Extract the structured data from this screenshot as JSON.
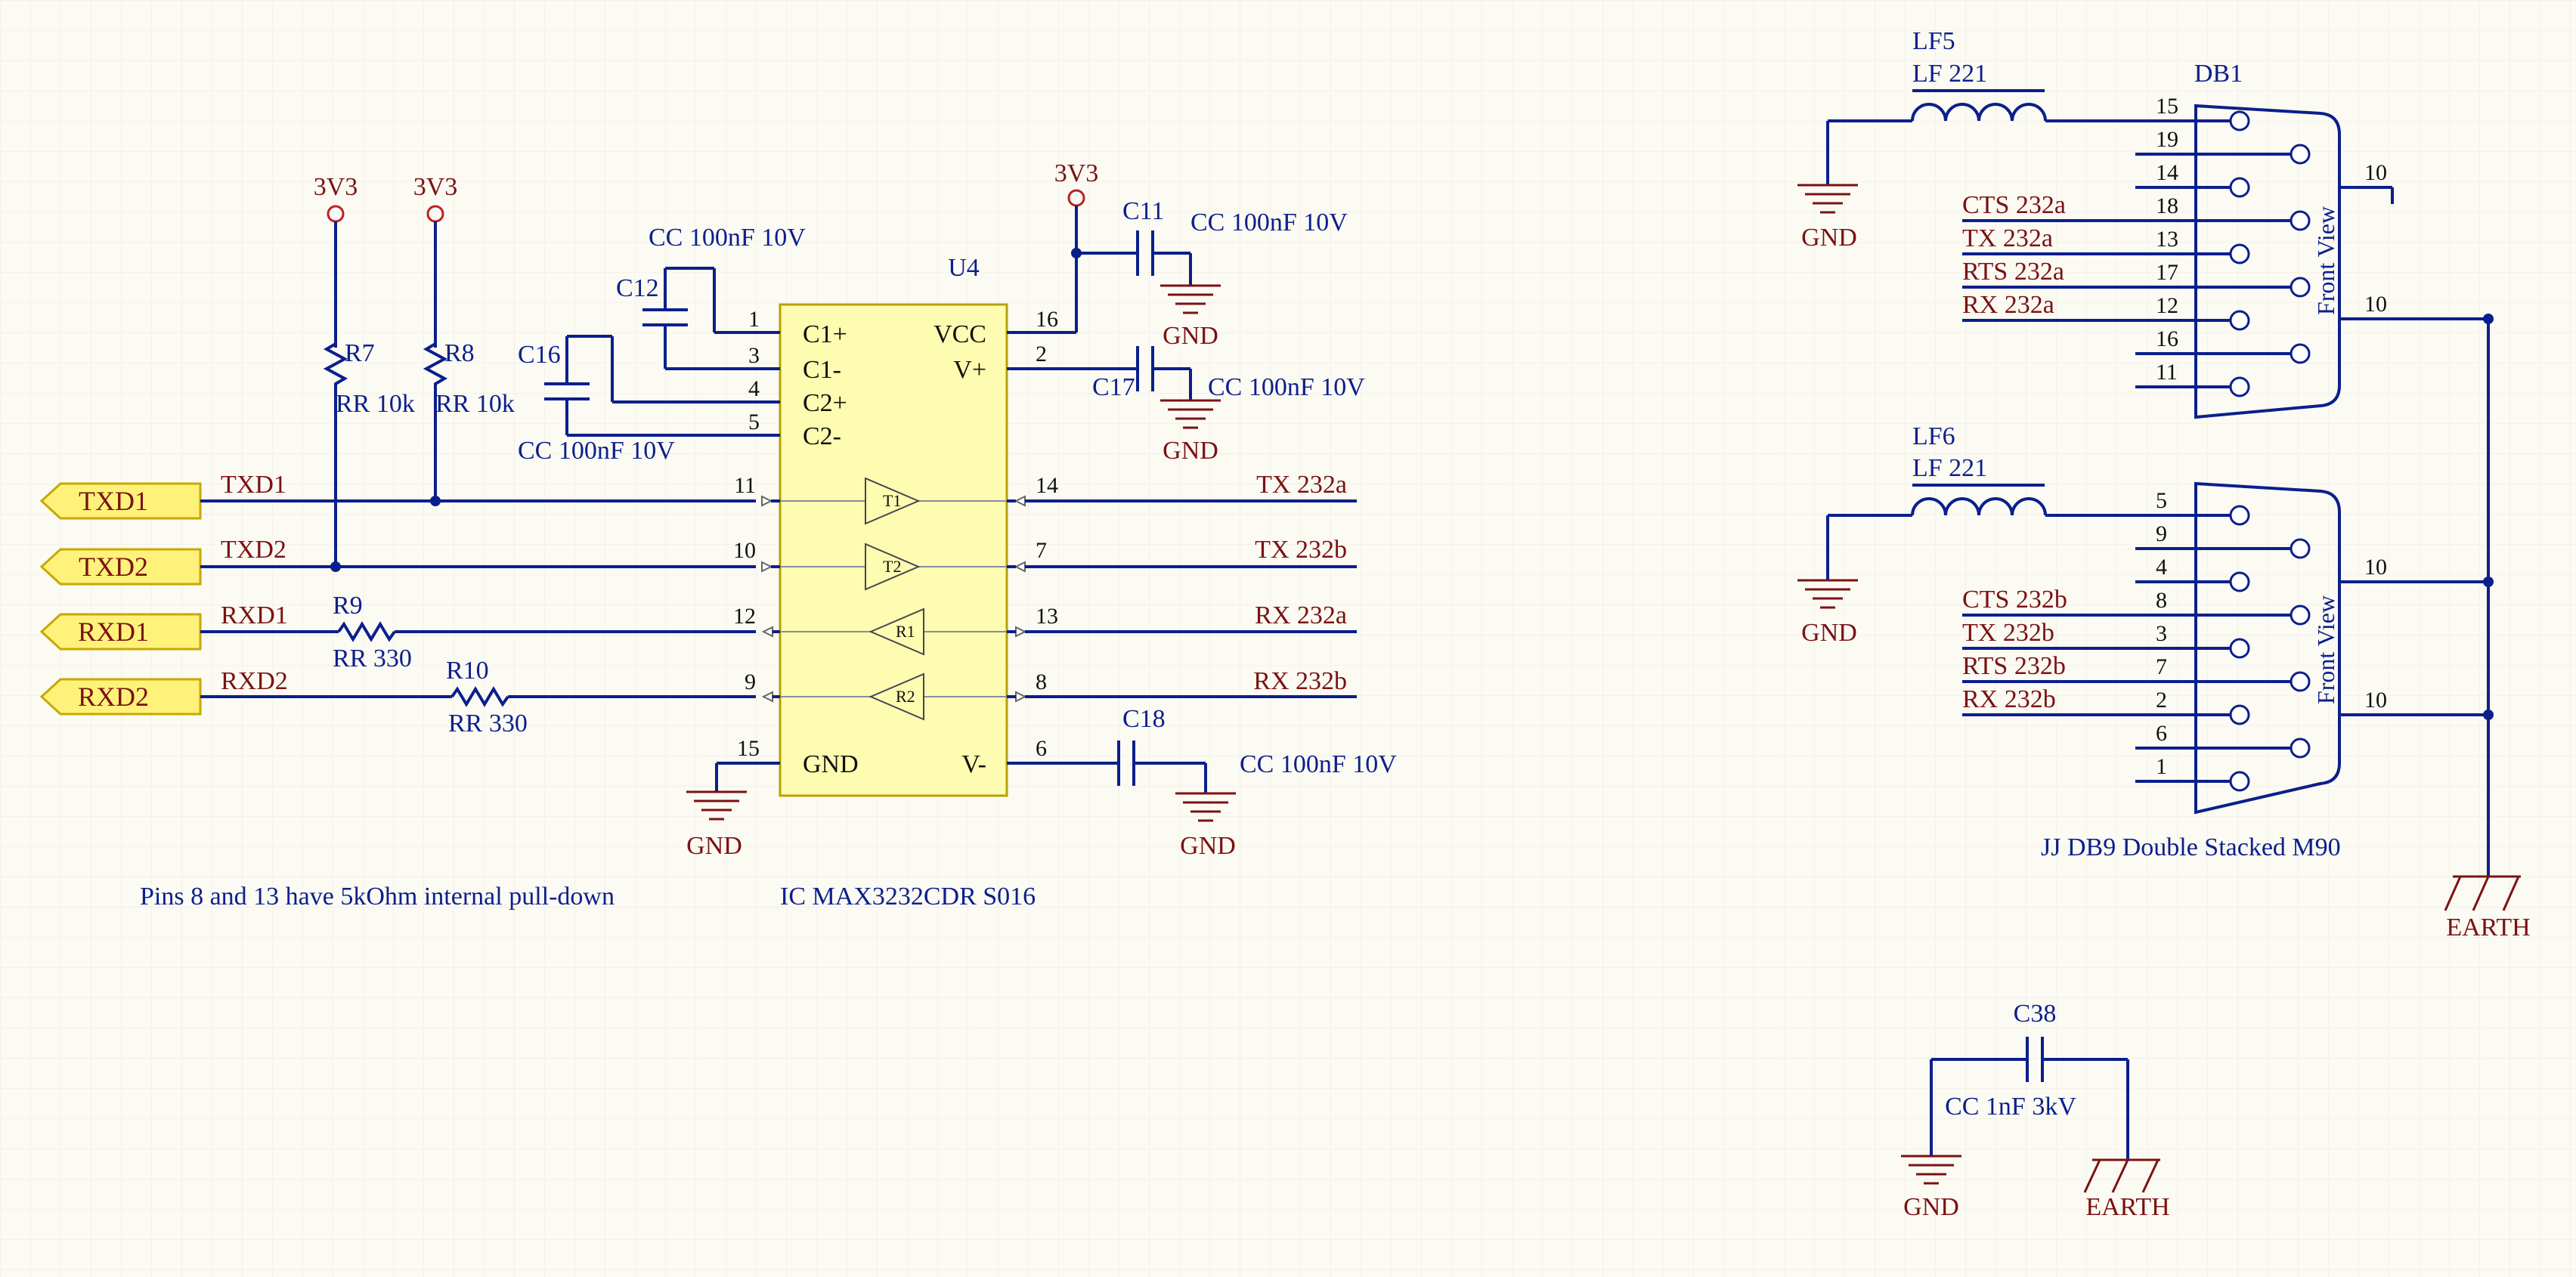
{
  "power": {
    "v3v3_a": "3V3",
    "v3v3_b": "3V3",
    "v3v3_c": "3V3",
    "gnd": "GND",
    "earth": "EARTH"
  },
  "ports": [
    {
      "label": "TXD1"
    },
    {
      "label": "TXD2"
    },
    {
      "label": "RXD1"
    },
    {
      "label": "RXD2"
    }
  ],
  "nets": {
    "txd1": "TXD1",
    "txd2": "TXD2",
    "rxd1": "RXD1",
    "rxd2": "RXD2",
    "tx232a": "TX 232a",
    "tx232b": "TX 232b",
    "rx232a": "RX 232a",
    "rx232b": "RX 232b",
    "cts232a": "CTS 232a",
    "tx232a_db": "TX 232a",
    "rts232a": "RTS 232a",
    "rx232a_db": "RX 232a",
    "cts232b": "CTS 232b",
    "tx232b_db": "TX 232b",
    "rts232b": "RTS 232b",
    "rx232b_db": "RX 232b"
  },
  "resistors": {
    "r7": {
      "ref": "R7",
      "value": "RR 10k"
    },
    "r8": {
      "ref": "R8",
      "value": "RR 10k"
    },
    "r9": {
      "ref": "R9",
      "value": "RR 330"
    },
    "r10": {
      "ref": "R10",
      "value": "RR 330"
    }
  },
  "capacitors": {
    "c11": {
      "ref": "C11",
      "value": "CC 100nF 10V"
    },
    "c12": {
      "ref": "C12",
      "value": "CC 100nF 10V"
    },
    "c16": {
      "ref": "C16",
      "value": "CC 100nF 10V"
    },
    "c17": {
      "ref": "C17",
      "value": "CC 100nF 10V"
    },
    "c18": {
      "ref": "C18",
      "value": "CC 100nF 10V"
    },
    "c38": {
      "ref": "C38",
      "value": "CC 1nF 3kV"
    }
  },
  "u4": {
    "ref": "U4",
    "part": "IC MAX3232CDR S016",
    "pins_left": [
      {
        "num": "1",
        "name": "C1+"
      },
      {
        "num": "3",
        "name": "C1-"
      },
      {
        "num": "4",
        "name": "C2+"
      },
      {
        "num": "5",
        "name": "C2-"
      },
      {
        "num": "11",
        "name": ""
      },
      {
        "num": "10",
        "name": ""
      },
      {
        "num": "12",
        "name": ""
      },
      {
        "num": "9",
        "name": ""
      },
      {
        "num": "15",
        "name": "GND"
      }
    ],
    "pins_right": [
      {
        "num": "16",
        "name": "VCC"
      },
      {
        "num": "2",
        "name": "V+"
      },
      {
        "num": "14",
        "name": ""
      },
      {
        "num": "7",
        "name": ""
      },
      {
        "num": "13",
        "name": ""
      },
      {
        "num": "8",
        "name": ""
      },
      {
        "num": "6",
        "name": "V-"
      }
    ],
    "buffers": [
      "T1",
      "T2",
      "R1",
      "R2"
    ]
  },
  "inductors": {
    "lf5": {
      "ref": "LF5",
      "value": "LF 221"
    },
    "lf6": {
      "ref": "LF6",
      "value": "LF 221"
    }
  },
  "db1": {
    "ref": "DB1",
    "part": "JJ DB9 Double Stacked M90",
    "view_label": "Front View",
    "top_pins": [
      "15",
      "19",
      "14",
      "18",
      "13",
      "17",
      "12",
      "16",
      "11"
    ],
    "bottom_pins": [
      "5",
      "9",
      "4",
      "8",
      "3",
      "7",
      "2",
      "6",
      "1"
    ],
    "shield_pin": "10"
  },
  "note": "Pins 8 and 13 have 5kOhm internal pull-down"
}
